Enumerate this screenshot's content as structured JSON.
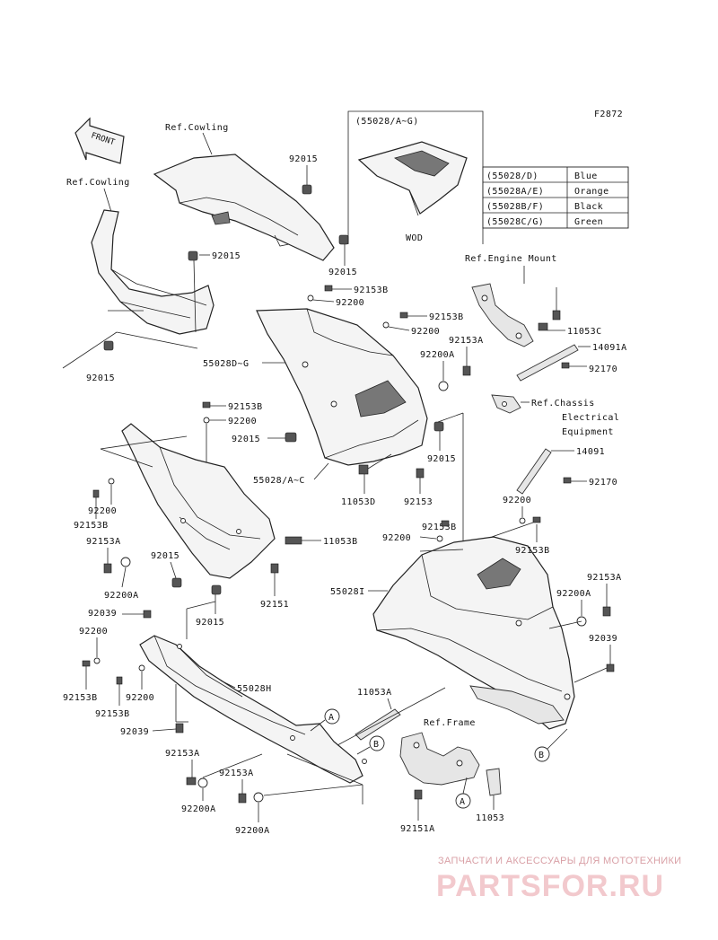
{
  "figure_code": "F2872",
  "front_marker": "FRONT",
  "wod_box": {
    "title": "(55028/A~G)",
    "note": "WOD"
  },
  "color_table": [
    {
      "code": "(55028/D)",
      "color": "Blue"
    },
    {
      "code": "(55028A/E)",
      "color": "Orange"
    },
    {
      "code": "(55028B/F)",
      "color": "Black"
    },
    {
      "code": "(55028C/G)",
      "color": "Green"
    }
  ],
  "refs": {
    "cowling_top": "Ref.Cowling",
    "cowling_left": "Ref.Cowling",
    "engine_mount": "Ref.Engine Mount",
    "chassis_line1": "Ref.Chassis",
    "chassis_line2": "Electrical",
    "chassis_line3": "Equipment",
    "frame": "Ref.Frame"
  },
  "parts": {
    "p92015_a": "92015",
    "p92015_b": "92015",
    "p92015_c": "92015",
    "p92015_d": "92015",
    "p92015_e": "92015",
    "p92015_f": "92015",
    "p92015_g": "92015",
    "p92015_h": "92015",
    "p92153B_a": "92153B",
    "p92200_a": "92200",
    "p92153B_b": "92153B",
    "p92200_b": "92200",
    "p92153A_a": "92153A",
    "p92200A_a": "92200A",
    "p55028DG": "55028D~G",
    "p11053C": "11053C",
    "p14091A": "14091A",
    "p92170_a": "92170",
    "p14091": "14091",
    "p92170_b": "92170",
    "p92153B_c": "92153B",
    "p92200_c": "92200",
    "p55028AC": "55028/A~C",
    "p11053D": "11053D",
    "p92153": "92153",
    "p92200_d": "92200",
    "p92153B_d": "92153B",
    "p92153A_b": "92153A",
    "p92200A_b": "92200A",
    "p11053B": "11053B",
    "p92151": "92151",
    "p92153B_e": "92153B",
    "p92200_e": "92200",
    "p92200_f": "92200",
    "p92153B_f": "92153B",
    "p55028I": "55028I",
    "p92153A_c": "92153A",
    "p92200A_c": "92200A",
    "p92039_a": "92039",
    "p92200_g": "92200",
    "p92153B_g": "92153B",
    "p92200_h": "92200",
    "p92153B_h": "92153B",
    "p55028H": "55028H",
    "p92039_b": "92039",
    "p92153A_d": "92153A",
    "p92153A_e": "92153A",
    "p92200A_d": "92200A",
    "p92200A_e": "92200A",
    "p11053A": "11053A",
    "p92039_c": "92039",
    "p92151A": "92151A",
    "p11053": "11053"
  },
  "callouts": {
    "a1": "A",
    "a2": "A",
    "b1": "B",
    "b2": "B"
  },
  "watermark": {
    "line1": "ЗАПЧАСТИ И АКСЕССУАРЫ ДЛЯ МОТОТЕХНИКИ",
    "line2": "PARTSFOR.RU"
  }
}
